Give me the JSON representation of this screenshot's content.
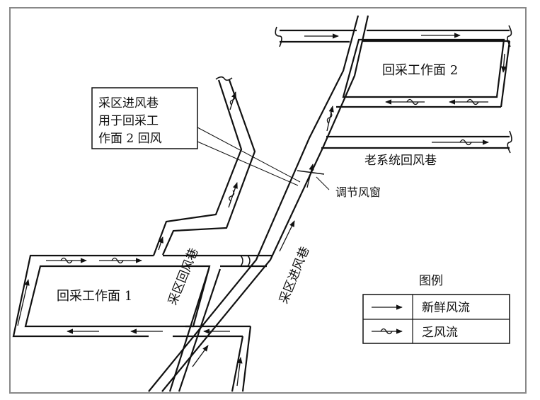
{
  "labels": {
    "face_2": "回采工作面 2",
    "face_1": "回采工作面 1",
    "old_return": "老系统回风巷",
    "area_return": "采区回风巷",
    "area_intake": "采区进风巷",
    "regulator": "调节风窗",
    "callout_lines": [
      "采区进风巷",
      "用于回采工",
      "作面 2 回风"
    ]
  },
  "legend": {
    "title": "图例",
    "fresh_air": "新鲜风流",
    "stale_air": "乏风流"
  },
  "colors": {
    "line": "#111111",
    "background": "#ffffff",
    "frame": "#888888"
  }
}
